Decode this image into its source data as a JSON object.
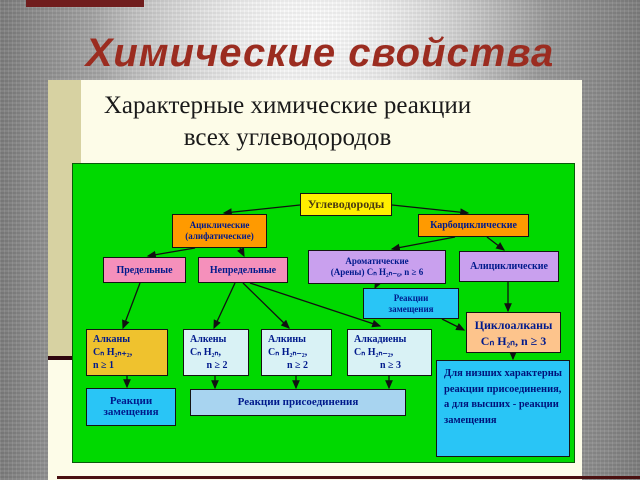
{
  "title": "Химические свойства",
  "slide": {
    "heading_line1": "Характерные химические реакции",
    "heading_line2": "всех углеводородов"
  },
  "diagram": {
    "nodes": {
      "uglevodorody": {
        "lines": [
          "Углеводороды"
        ]
      },
      "aciklicheskie": {
        "lines": [
          "Ациклические",
          "(алифатические)"
        ]
      },
      "karbociklicheskie": {
        "lines": [
          "Карбоциклические"
        ]
      },
      "predelnye": {
        "lines": [
          "Предельные"
        ]
      },
      "nepredelnye": {
        "lines": [
          "Непредельные"
        ]
      },
      "aromaticheskie": {
        "lines": [
          "Ароматические",
          "(Арены) Cₙ H₂ₙ₋₆, n ≥ 6"
        ]
      },
      "aliciklicheskie": {
        "lines": [
          "Алициклические"
        ]
      },
      "reakcii_zameshcheniya_mid": {
        "lines": [
          "Реакции",
          "замещения"
        ]
      },
      "cikloalkany": {
        "lines": [
          "Циклоалканы",
          "Cₙ H₂ₙ, n ≥ 3"
        ]
      },
      "alkany": {
        "lines": [
          "Алканы",
          "Cₙ H₂ₙ₊₂,",
          "n ≥ 1"
        ]
      },
      "alkeny": {
        "lines": [
          "Алкены",
          "Cₙ H₂ₙ,",
          "n ≥ 2"
        ]
      },
      "alkiny": {
        "lines": [
          "Алкины",
          "Cₙ H₂ₙ₋₂,",
          "n ≥ 2"
        ]
      },
      "alkadieny": {
        "lines": [
          "Алкадиены",
          "Cₙ H₂ₙ₋₂,",
          "n ≥ 3"
        ]
      },
      "reakcii_zameshcheniya_bottom": {
        "lines": [
          "Реакции",
          "замещения"
        ]
      },
      "reakcii_prisoedineniya": {
        "lines": [
          "Реакции присоединения"
        ]
      },
      "note": {
        "text": "Для низших характерны реакции присоединения, а для высших - реакции замещения"
      }
    },
    "colors": {
      "panel_green": "#00d900",
      "orange": "#ff9a00",
      "yellow": "#ffef00",
      "pink": "#f590bb",
      "lavender": "#c9a0ee",
      "cyan": "#29c5f6",
      "peach": "#fdc48c",
      "gold": "#efc22e",
      "pale_cyan": "#d9f2f5",
      "pale_blue": "#a8d4f0",
      "title_red": "#9b2c20",
      "navy_text": "#001a8c"
    }
  }
}
